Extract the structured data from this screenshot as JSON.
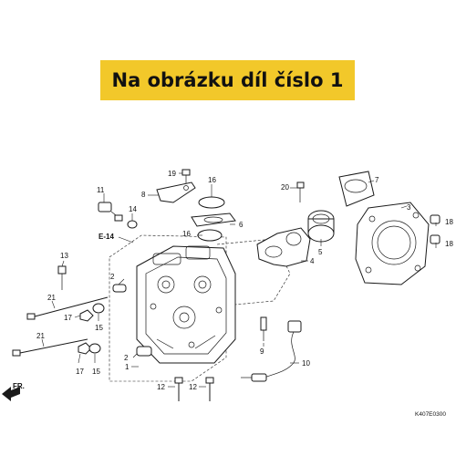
{
  "banner": {
    "text": "Na obrázku díl číslo 1",
    "color": "#f2c82a"
  },
  "diagram": {
    "code": "K407E0300",
    "ref": "E-14",
    "direction": "FR.",
    "labels": {
      "p19": "19",
      "p16a": "16",
      "p11": "11",
      "p8": "8",
      "p14": "14",
      "p20": "20",
      "p7": "7",
      "p3": "3",
      "p18a": "18",
      "p18b": "18",
      "p16b": "16",
      "p6": "6",
      "p5": "5",
      "p4": "4",
      "p13": "13",
      "p2a": "2",
      "p21a": "21",
      "p17a": "17",
      "p15a": "15",
      "p9": "9",
      "p10": "10",
      "p21b": "21",
      "p2b": "2",
      "p1": "1",
      "p17b": "17",
      "p15b": "15",
      "p12a": "12",
      "p12b": "12"
    }
  }
}
